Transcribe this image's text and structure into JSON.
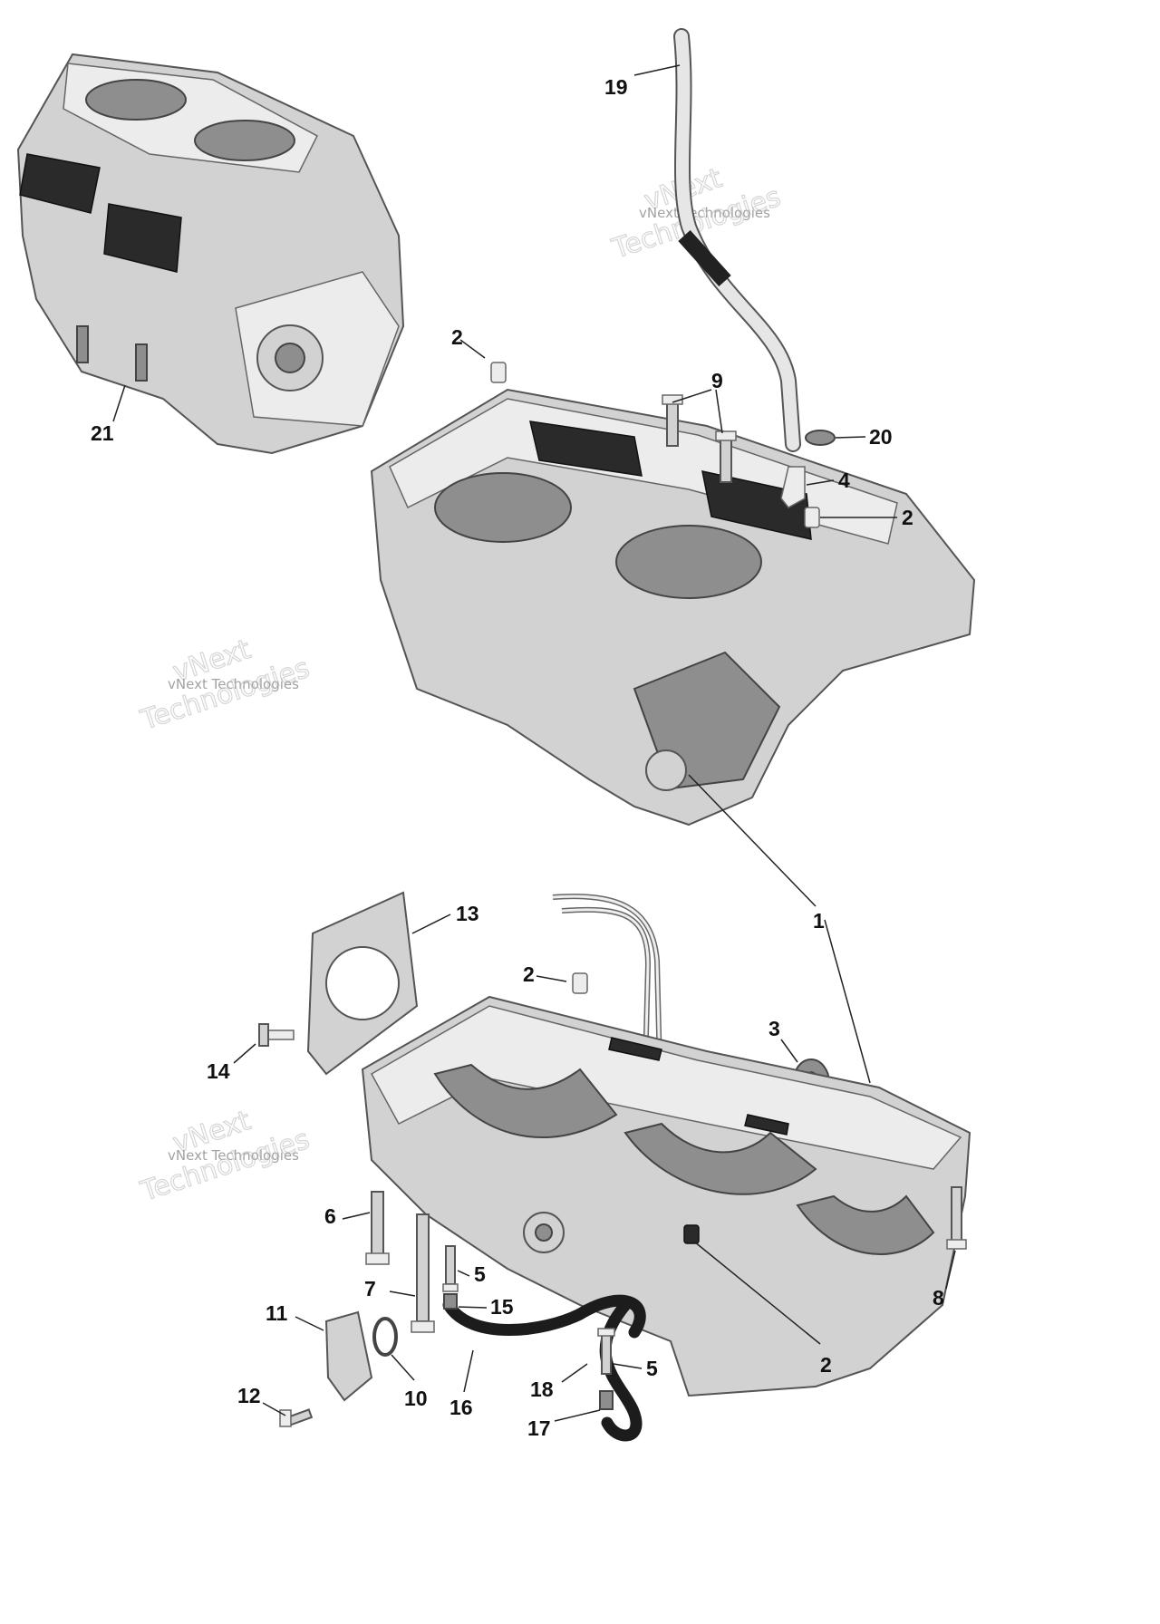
{
  "watermark": {
    "line1": "vNext",
    "line2": "vNext Technologies",
    "line3": "Technologies"
  },
  "callouts": {
    "c1": "1",
    "c2a": "2",
    "c2b": "2",
    "c2c": "2",
    "c2d": "2",
    "c3": "3",
    "c4": "4",
    "c5a": "5",
    "c5b": "5",
    "c6": "6",
    "c7": "7",
    "c8": "8",
    "c9": "9",
    "c10": "10",
    "c11": "11",
    "c12": "12",
    "c13": "13",
    "c14": "14",
    "c15": "15",
    "c16": "16",
    "c17": "17",
    "c18": "18",
    "c19": "19",
    "c20": "20",
    "c21": "21"
  }
}
